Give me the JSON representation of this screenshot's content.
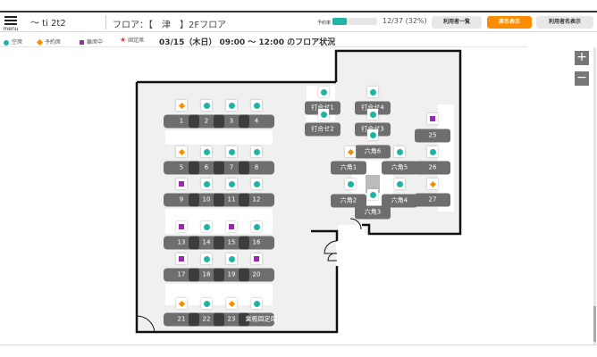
{
  "header": {
    "menu_label": "menu",
    "logo_text": "〜 ti 2t2",
    "floor_title": "フロア：【　津　】2Fフロア",
    "progress_label": "予約率",
    "progress_percent": 32,
    "progress_text": "12/37 (32%)",
    "buttons": [
      "利用者一覧",
      "席名表示",
      "利用者名表示"
    ],
    "active_button": "席名表示"
  },
  "legend": {
    "vacant": "空席",
    "reserved": "予約席",
    "away": "離席中",
    "fixed": "固定席"
  },
  "status_title": "03/15（木日） 09:00 〜 12:00 のフロア状況",
  "zoom": {
    "in": "+",
    "out": "−"
  },
  "colors": {
    "vacant": "#1fb5a6",
    "reserved": "#fb8c00",
    "away": "#9c27b0",
    "fixed": "#e53935",
    "active": "#fb8c00"
  },
  "seats": [
    {
      "label": "1",
      "status": "reserved"
    },
    {
      "label": "2",
      "status": "vacant"
    },
    {
      "label": "3",
      "status": "vacant"
    },
    {
      "label": "4",
      "status": "vacant"
    },
    {
      "label": "5",
      "status": "reserved"
    },
    {
      "label": "6",
      "status": "vacant"
    },
    {
      "label": "7",
      "status": "vacant"
    },
    {
      "label": "8",
      "status": "vacant"
    },
    {
      "label": "9",
      "status": "away"
    },
    {
      "label": "10",
      "status": "vacant"
    },
    {
      "label": "11",
      "status": "vacant"
    },
    {
      "label": "12",
      "status": "vacant"
    },
    {
      "label": "13",
      "status": "away"
    },
    {
      "label": "14",
      "status": "vacant"
    },
    {
      "label": "15",
      "status": "away"
    },
    {
      "label": "16",
      "status": "vacant"
    },
    {
      "label": "17",
      "status": "away"
    },
    {
      "label": "18",
      "status": "vacant"
    },
    {
      "label": "19",
      "status": "vacant"
    },
    {
      "label": "20",
      "status": "away"
    },
    {
      "label": "21",
      "status": "reserved"
    },
    {
      "label": "22",
      "status": "vacant"
    },
    {
      "label": "23",
      "status": "reserved"
    },
    {
      "label": "業務固定席",
      "status": "vacant"
    },
    {
      "label": "打合せ1",
      "status": "vacant"
    },
    {
      "label": "打合せ4",
      "status": "vacant"
    },
    {
      "label": "打合せ2",
      "status": "vacant"
    },
    {
      "label": "打合せ3",
      "status": "vacant"
    },
    {
      "label": "六角6",
      "status": "vacant"
    },
    {
      "label": "六角1",
      "status": "reserved"
    },
    {
      "label": "六角5",
      "status": "vacant"
    },
    {
      "label": "六角2",
      "status": "vacant"
    },
    {
      "label": "六角4",
      "status": "vacant"
    },
    {
      "label": "六角3",
      "status": "vacant"
    },
    {
      "label": "25",
      "status": "away"
    },
    {
      "label": "26",
      "status": "vacant"
    },
    {
      "label": "27",
      "status": "reserved"
    }
  ]
}
